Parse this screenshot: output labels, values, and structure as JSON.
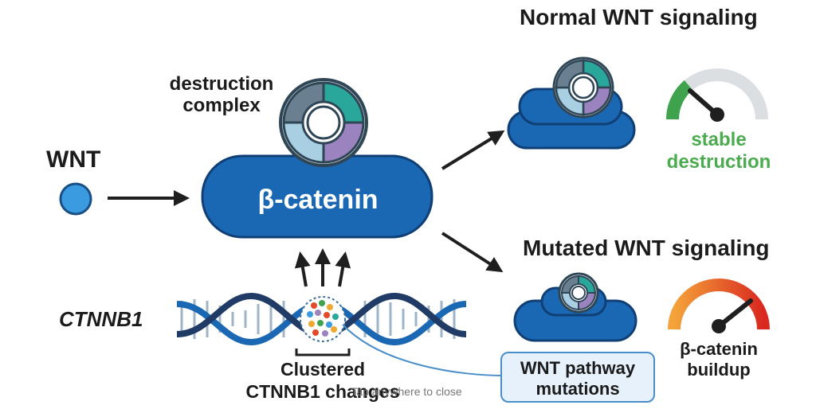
{
  "titles": {
    "normal": "Normal WNT signaling",
    "mutated": "Mutated WNT signaling"
  },
  "labels": {
    "wnt": "WNT",
    "ctnnb1": "CTNNB1",
    "destruction_line1": "destruction",
    "destruction_line2": "complex",
    "beta_catenin": "β-catenin",
    "stable_line1": "stable",
    "stable_line2": "destruction",
    "buildup_line1": "β-catenin",
    "buildup_line2": "buildup",
    "clustered_line1": "Clustered",
    "clustered_line2": "CTNNB1 changes",
    "callout_line1": "WNT pathway",
    "callout_line2": "mutations",
    "dismiss_hint": "Tap anywhere to close"
  },
  "gauges": {
    "normal": {
      "level": 0.2,
      "fill_color": "#3fa34d"
    },
    "mutated": {
      "level": 0.85,
      "fill_color": "#e24a2a"
    }
  },
  "icons": {
    "wnt_ligand": "wnt-ligand-icon",
    "destruction_complex": "ring-complex-icon",
    "dna": "dna-helix-icon"
  },
  "colors": {
    "primary_blue": "#1a67b3",
    "light_blue": "#3b9be0",
    "green": "#4bab4f",
    "red": "#e24a2a",
    "ring_teal": "#2aa79b",
    "ring_purple": "#9b83bf",
    "ring_lightblue": "#a9cfe2",
    "ring_gray": "#6a7f8f"
  }
}
